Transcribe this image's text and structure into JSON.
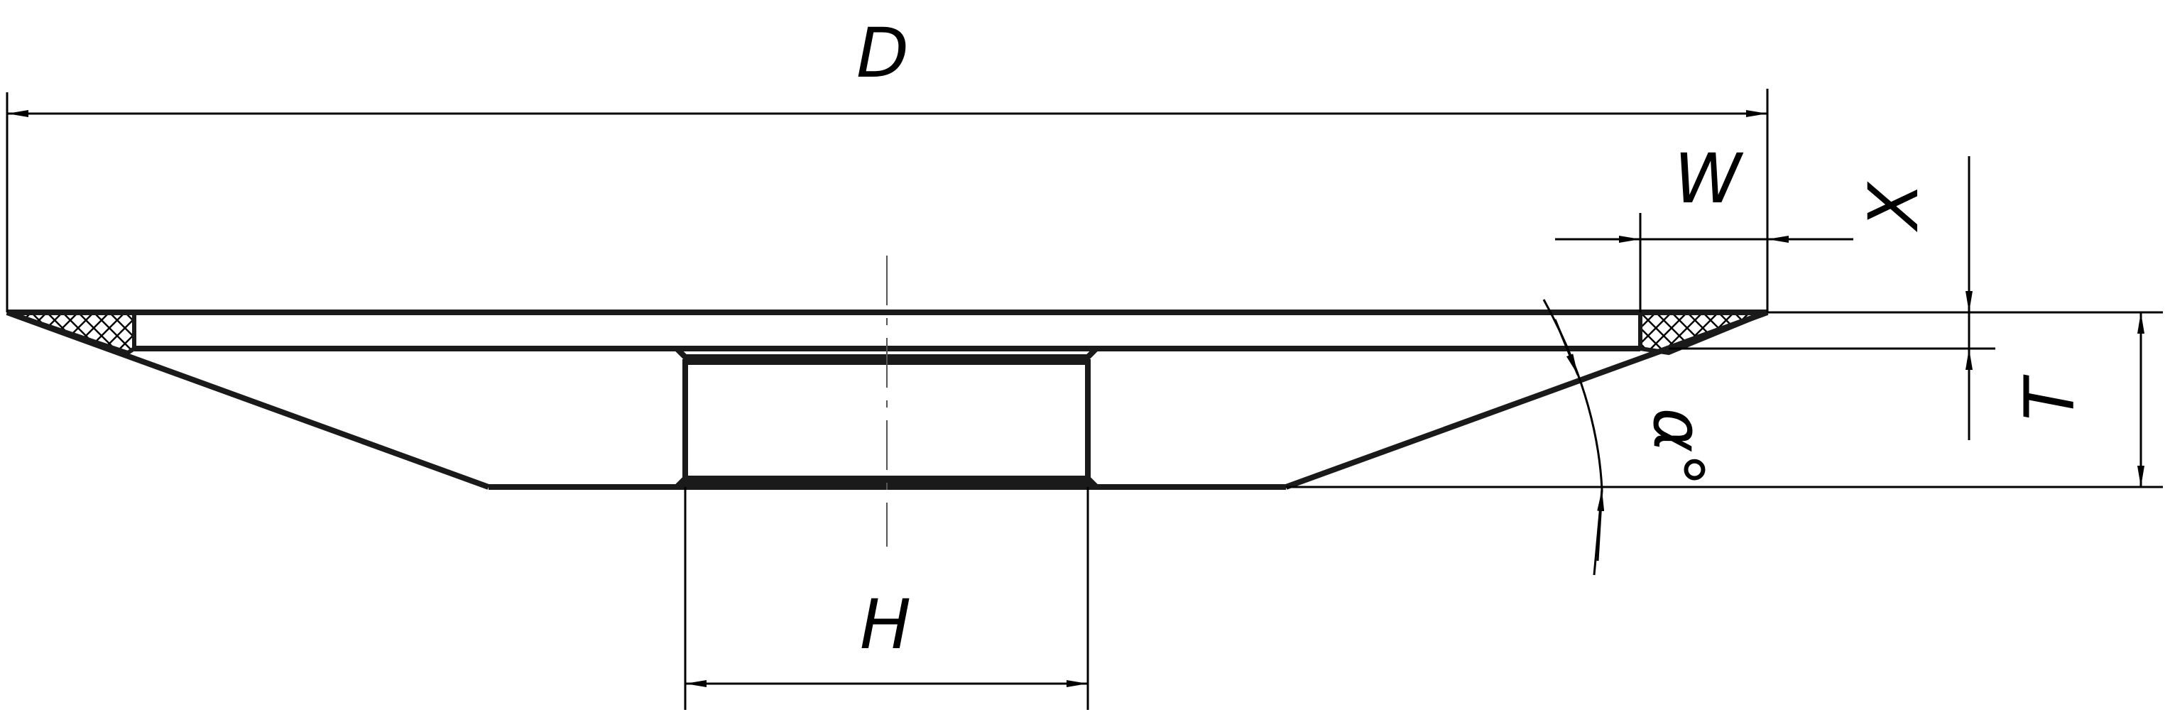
{
  "drawing": {
    "labels": {
      "diameter": "D",
      "rim_width": "W",
      "layer_thickness": "X",
      "total_thickness": "T",
      "bore": "H",
      "angle": "α°"
    },
    "colors": {
      "line": "#000000",
      "background": "#ffffff"
    }
  }
}
